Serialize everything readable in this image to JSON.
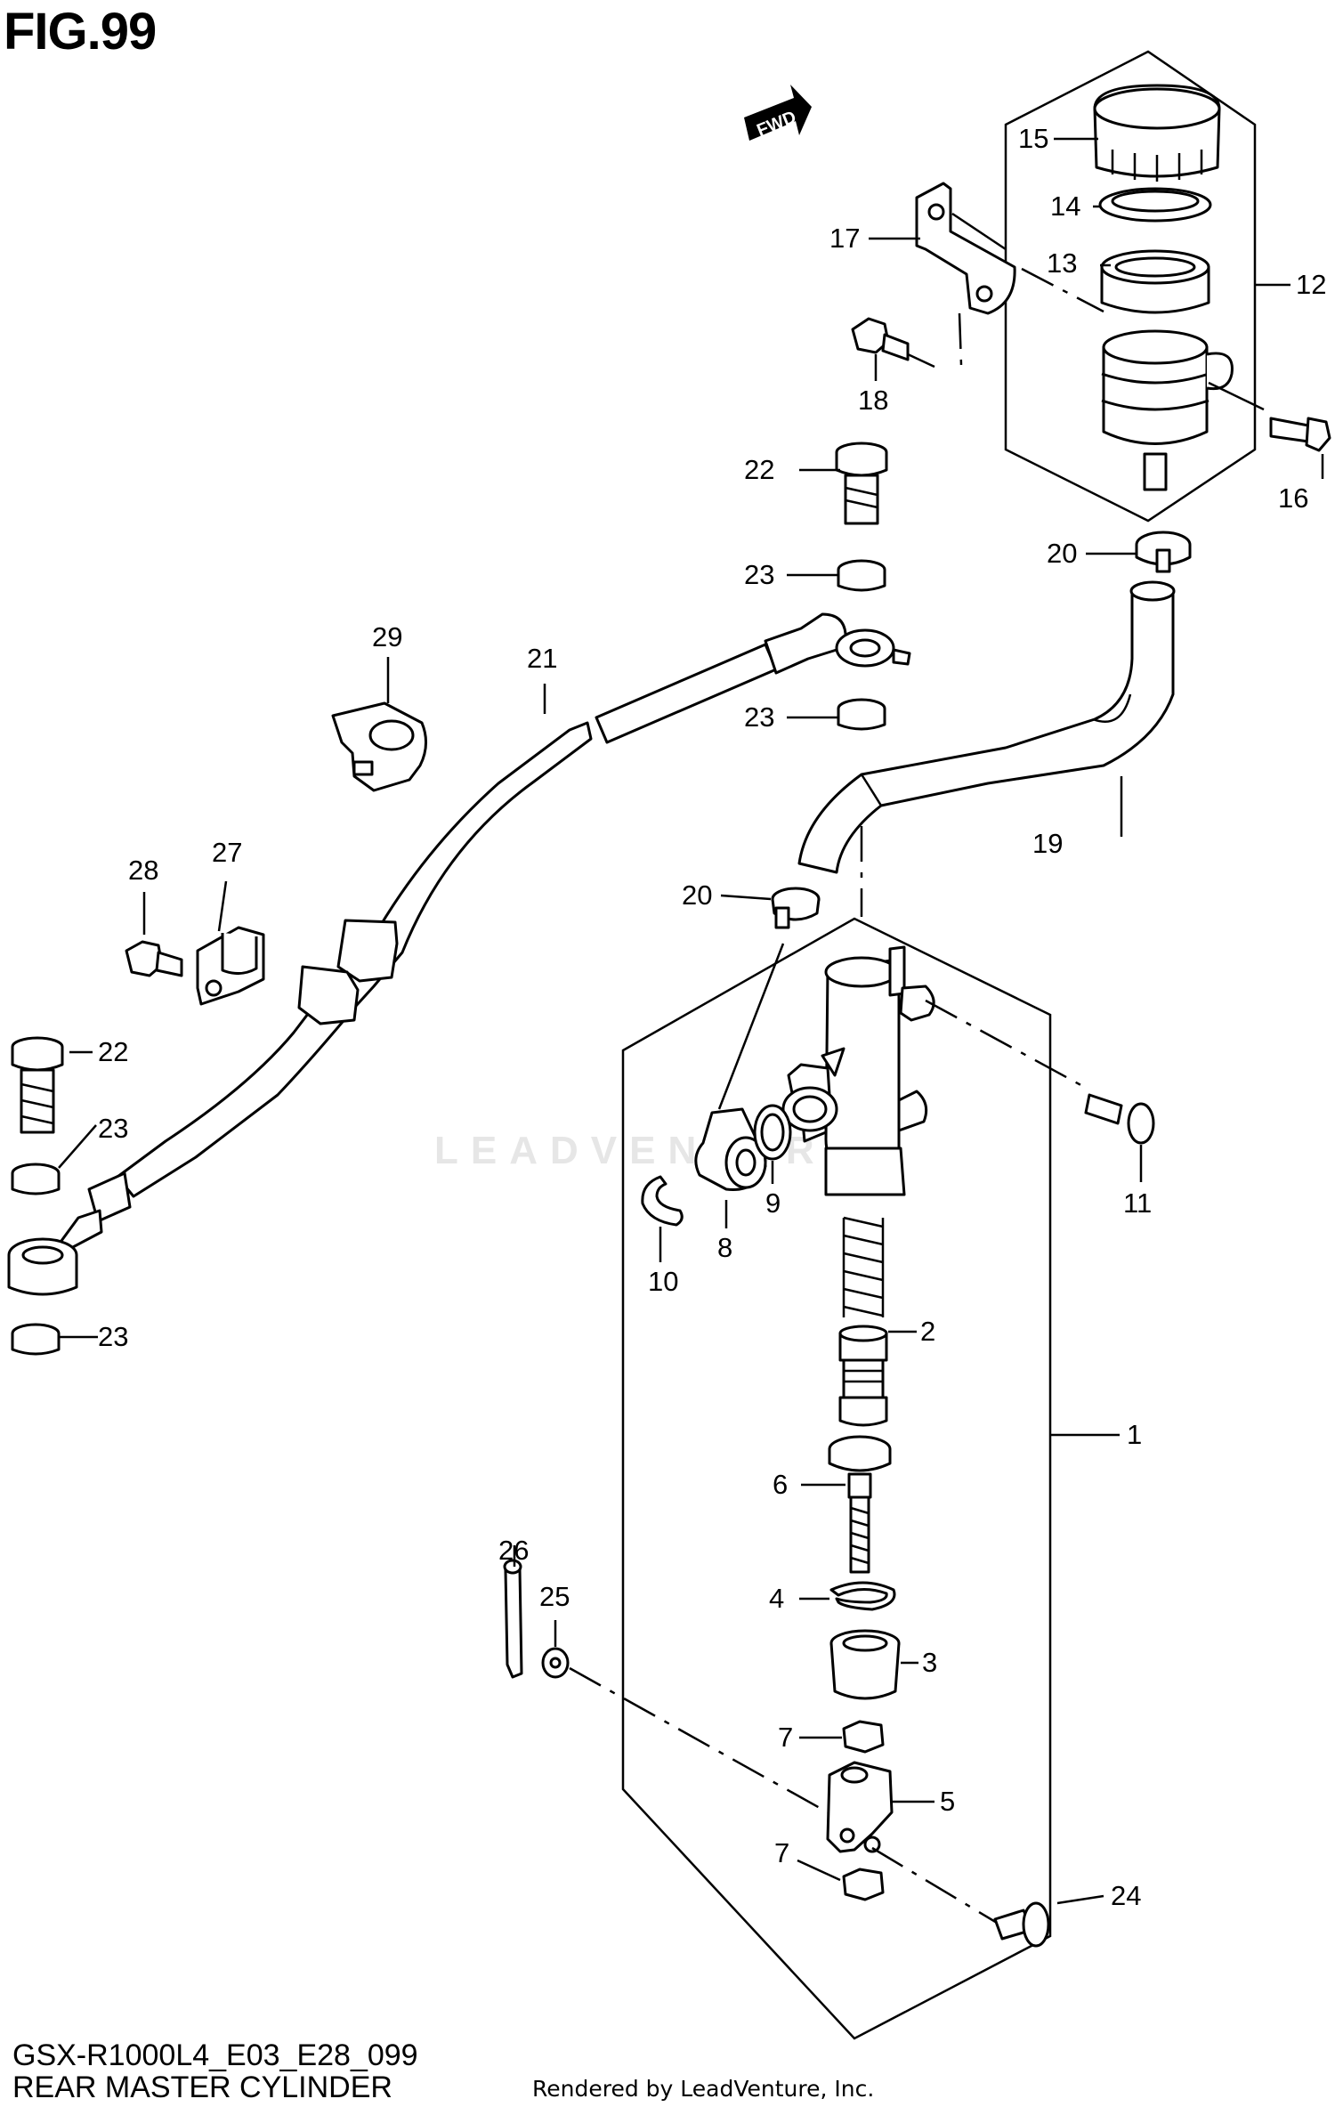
{
  "figure": {
    "title": "FIG.99",
    "model_code": "GSX-R1000L4_E03_E28_099",
    "section_name": "REAR MASTER CYLINDER",
    "credit": "Rendered by LeadVenture, Inc.",
    "watermark": "LEADVENTURE",
    "direction_label": "FWD"
  },
  "callouts": [
    {
      "part": "rear-master-cylinder-assembly",
      "label": "1"
    },
    {
      "part": "piston-cup-set",
      "label": "2"
    },
    {
      "part": "boot",
      "label": "3"
    },
    {
      "part": "circlip-4",
      "label": "4"
    },
    {
      "part": "push-rod-joint",
      "label": "5"
    },
    {
      "part": "push-rod",
      "label": "6"
    },
    {
      "part": "nut-upper",
      "label": "7"
    },
    {
      "part": "nut-lower",
      "label": "7"
    },
    {
      "part": "hose-connector",
      "label": "8"
    },
    {
      "part": "o-ring",
      "label": "9"
    },
    {
      "part": "circlip-10",
      "label": "10"
    },
    {
      "part": "mounting-bolt",
      "label": "11"
    },
    {
      "part": "reservoir-tank-assembly",
      "label": "12"
    },
    {
      "part": "reservoir-plate",
      "label": "13"
    },
    {
      "part": "reservoir-diaphragm",
      "label": "14"
    },
    {
      "part": "reservoir-cap",
      "label": "15"
    },
    {
      "part": "reservoir-screw",
      "label": "16"
    },
    {
      "part": "reservoir-bracket",
      "label": "17"
    },
    {
      "part": "bracket-bolt",
      "label": "18"
    },
    {
      "part": "reservoir-hose",
      "label": "19"
    },
    {
      "part": "hose-clamp-upper",
      "label": "20"
    },
    {
      "part": "hose-clamp-lower",
      "label": "20"
    },
    {
      "part": "brake-hose",
      "label": "21"
    },
    {
      "part": "union-bolt-upper",
      "label": "22"
    },
    {
      "part": "union-bolt-left",
      "label": "22"
    },
    {
      "part": "gasket-upper",
      "label": "23"
    },
    {
      "part": "gasket-middle",
      "label": "23"
    },
    {
      "part": "gasket-left-upper",
      "label": "23"
    },
    {
      "part": "gasket-left-lower",
      "label": "23"
    },
    {
      "part": "pin",
      "label": "24"
    },
    {
      "part": "washer",
      "label": "25"
    },
    {
      "part": "cotter-pin",
      "label": "26"
    },
    {
      "part": "hose-clamp-bracket",
      "label": "27"
    },
    {
      "part": "clamp-bolt",
      "label": "28"
    },
    {
      "part": "hose-clamp-29",
      "label": "29"
    }
  ]
}
